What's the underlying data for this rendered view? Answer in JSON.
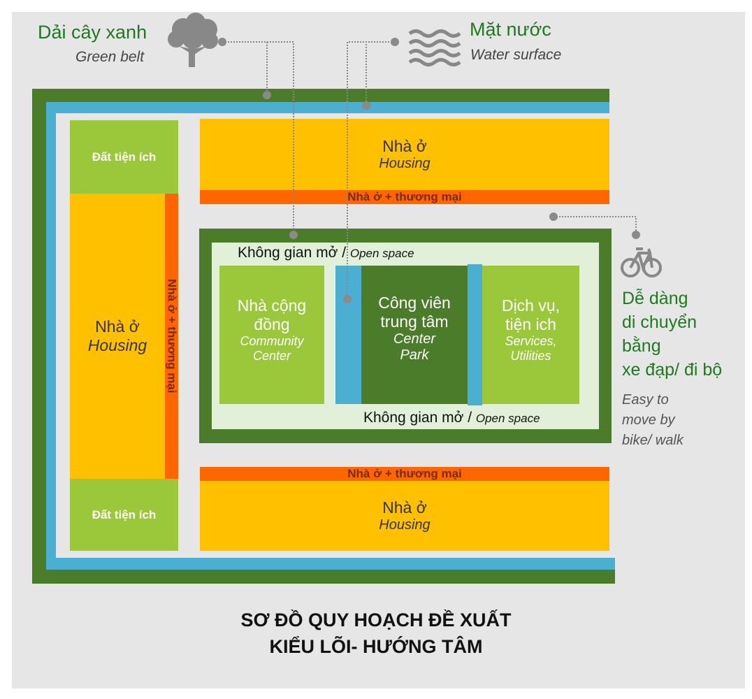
{
  "legend": {
    "green_belt_vi": "Dải cây xanh",
    "green_belt_en": "Green belt",
    "water_vi": "Mặt nước",
    "water_en": "Water surface",
    "bike_vi": [
      "Dễ dàng",
      "di chuyển",
      "bằng",
      "xe đạp/ đi bộ"
    ],
    "bike_en": [
      "Easy to",
      "move by",
      "bike/ walk"
    ]
  },
  "zones": {
    "utility_land": "Đất tiện ích",
    "housing_vi": "Nhà ở",
    "housing_en": "Housing",
    "housing_commercial": "Nhà ở + thương mại",
    "open_space_vi": "Không gian mở /",
    "open_space_en": "Open space",
    "community_vi": [
      "Nhà cộng",
      "đồng"
    ],
    "community_en": [
      "Community",
      "Center"
    ],
    "park_vi": [
      "Công viên",
      "trung tâm"
    ],
    "park_en": [
      "Center",
      "Park"
    ],
    "services_vi": [
      "Dịch vụ,",
      "tiện ich"
    ],
    "services_en": [
      "Services,",
      "Utilities"
    ]
  },
  "title": [
    "SƠ ĐỒ QUY HOẠCH  ĐỀ XUẤT",
    "KIỂU LÕI- HƯỚNG TÂM"
  ],
  "colors": {
    "dark_green": "#4a7c29",
    "light_green": "#9bc83b",
    "water": "#4bafd2",
    "housing": "#ffc000",
    "commercial": "#ff6600",
    "label_green": "#1e7a1e"
  }
}
